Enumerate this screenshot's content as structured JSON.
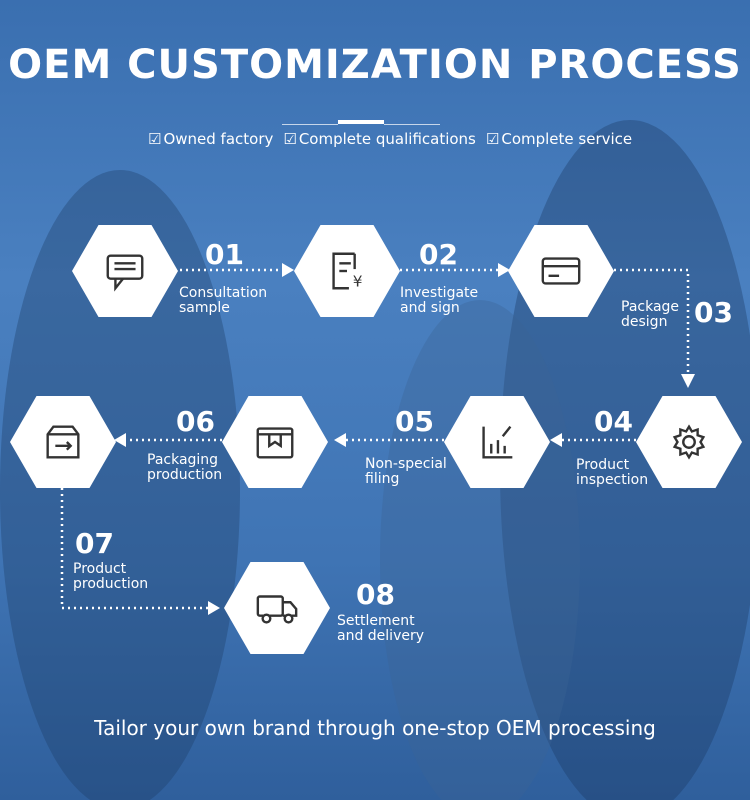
{
  "title": "OEM CUSTOMIZATION PROCESS",
  "features": [
    "Owned factory",
    "Complete qualifications",
    "Complete service"
  ],
  "steps": [
    {
      "num": "01",
      "line1": "Consultation",
      "line2": "sample",
      "icon": "chat-icon"
    },
    {
      "num": "02",
      "line1": "Investigate",
      "line2": "and sign",
      "icon": "contract-icon"
    },
    {
      "num": "03",
      "line1": "Package",
      "line2": "design",
      "icon": "card-icon"
    },
    {
      "num": "04",
      "line1": "Product",
      "line2": "inspection",
      "icon": "gear-icon"
    },
    {
      "num": "05",
      "line1": "Non-special",
      "line2": "filing",
      "icon": "chart-icon"
    },
    {
      "num": "06",
      "line1": "Packaging",
      "line2": "production",
      "icon": "box-icon"
    },
    {
      "num": "07",
      "line1": "Product",
      "line2": "production",
      "icon": "inbox-icon"
    },
    {
      "num": "08",
      "line1": "Settlement",
      "line2": "and delivery",
      "icon": "truck-icon"
    }
  ],
  "footer": "Tailor your own brand through one-stop OEM processing"
}
